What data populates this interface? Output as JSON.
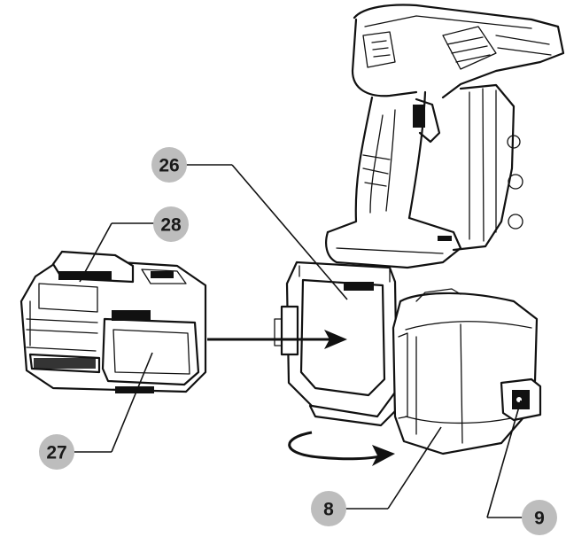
{
  "callouts": {
    "c26": "26",
    "c28": "28",
    "c27": "27",
    "c8": "8",
    "c9": "9"
  },
  "colors": {
    "callout_fill": "#bdbdbd",
    "line": "#111111",
    "background": "#ffffff"
  }
}
